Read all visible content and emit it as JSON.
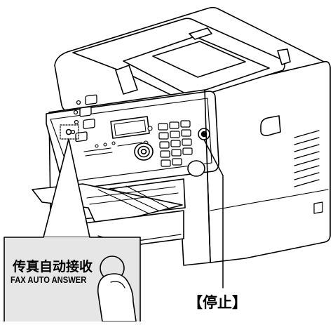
{
  "figure": {
    "subject": "multifunction printer fax control panel",
    "callout": {
      "label_cn": "传真自动接收",
      "label_en": "FAX AUTO ANSWER"
    },
    "stop_label": "【停止】",
    "colors": {
      "line": "#000000",
      "body_fill": "#ffffff",
      "callout_fill": "#e6e6e6"
    }
  }
}
